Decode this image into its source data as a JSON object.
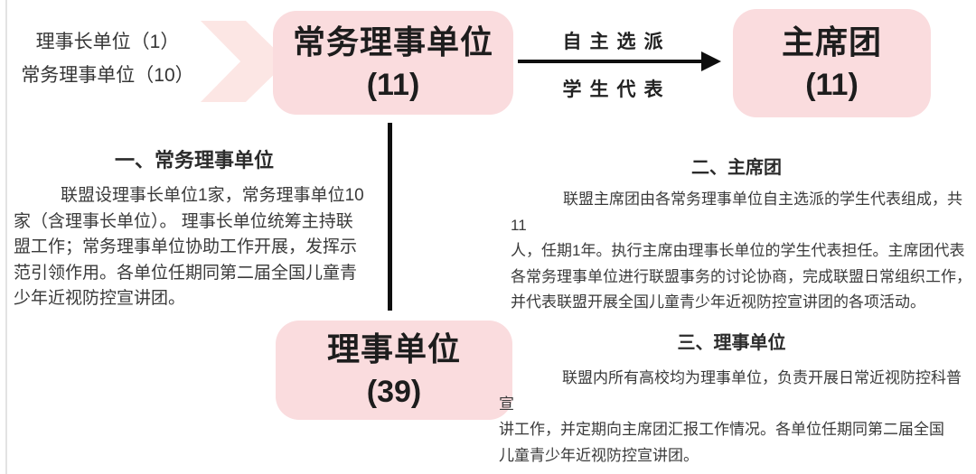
{
  "colors": {
    "box_pink": "#fadcde",
    "chevron_pink": "#fce6e4",
    "connector_black": "#0e0e0e",
    "body_text": "#3a3a3a",
    "heading_text": "#2b2b2b",
    "page_edge_gray": "#e3e3e3"
  },
  "intro": {
    "line1": "理事长单位（1）",
    "line2": "常务理事单位（10）"
  },
  "flow": {
    "chevron_icon": "chevron-right",
    "exec_box": {
      "title": "常务理事单位",
      "count": "(11)"
    },
    "arrow": {
      "label_top": "自主选派",
      "label_bottom": "学生代表"
    },
    "presidium_box": {
      "title": "主席团",
      "count": "(11)"
    },
    "director_box": {
      "title": "理事单位",
      "count": "(39)"
    }
  },
  "sections": [
    {
      "heading": "一、常务理事单位",
      "lines": [
        "联盟设理事长单位1家，常务理事单位10",
        "家（含理事长单位）。 理事长单位统筹主持联",
        "盟工作；常务理事单位协助工作开展，发挥示",
        "范引领作用。各单位任期同第二届全国儿童青",
        "少年近视防控宣讲团。"
      ]
    },
    {
      "heading": "二、主席团",
      "lines": [
        "联盟主席团由各常务理事单位自主选派的学生代表组成，共11",
        "人，任期1年。执行主席由理事长单位的学生代表担任。主席团代表",
        "各常务理事单位进行联盟事务的讨论协商，完成联盟日常组织工作，",
        "并代表联盟开展全国儿童青少年近视防控宣讲团的各项活动。"
      ]
    },
    {
      "heading": "三、理事单位",
      "lines": [
        "联盟内所有高校均为理事单位，负责开展日常近视防控科普宣",
        "讲工作，并定期向主席团汇报工作情况。各单位任期同第二届全国",
        "儿童青少年近视防控宣讲团。"
      ]
    }
  ]
}
